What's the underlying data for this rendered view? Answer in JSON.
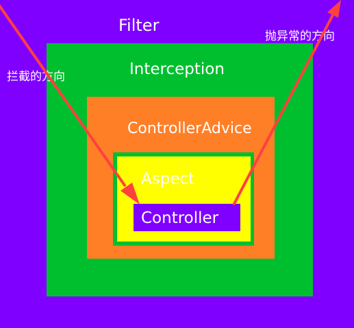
{
  "layers": {
    "filter": {
      "label": "Filter",
      "color": "#7f00ff"
    },
    "interception": {
      "label": "Interception",
      "color": "#00bf2f"
    },
    "controller_advice": {
      "label": "ControllerAdvice",
      "color": "#ff7f27"
    },
    "aspect": {
      "label": "Aspect",
      "color": "#ffff00",
      "border_color": "#00bf2f"
    },
    "controller": {
      "label": "Controller",
      "color": "#7f00ff"
    }
  },
  "annotations": {
    "interception_direction": "拦截的方向",
    "exception_direction": "抛异常的方向"
  },
  "arrow_color": "#ff4040"
}
